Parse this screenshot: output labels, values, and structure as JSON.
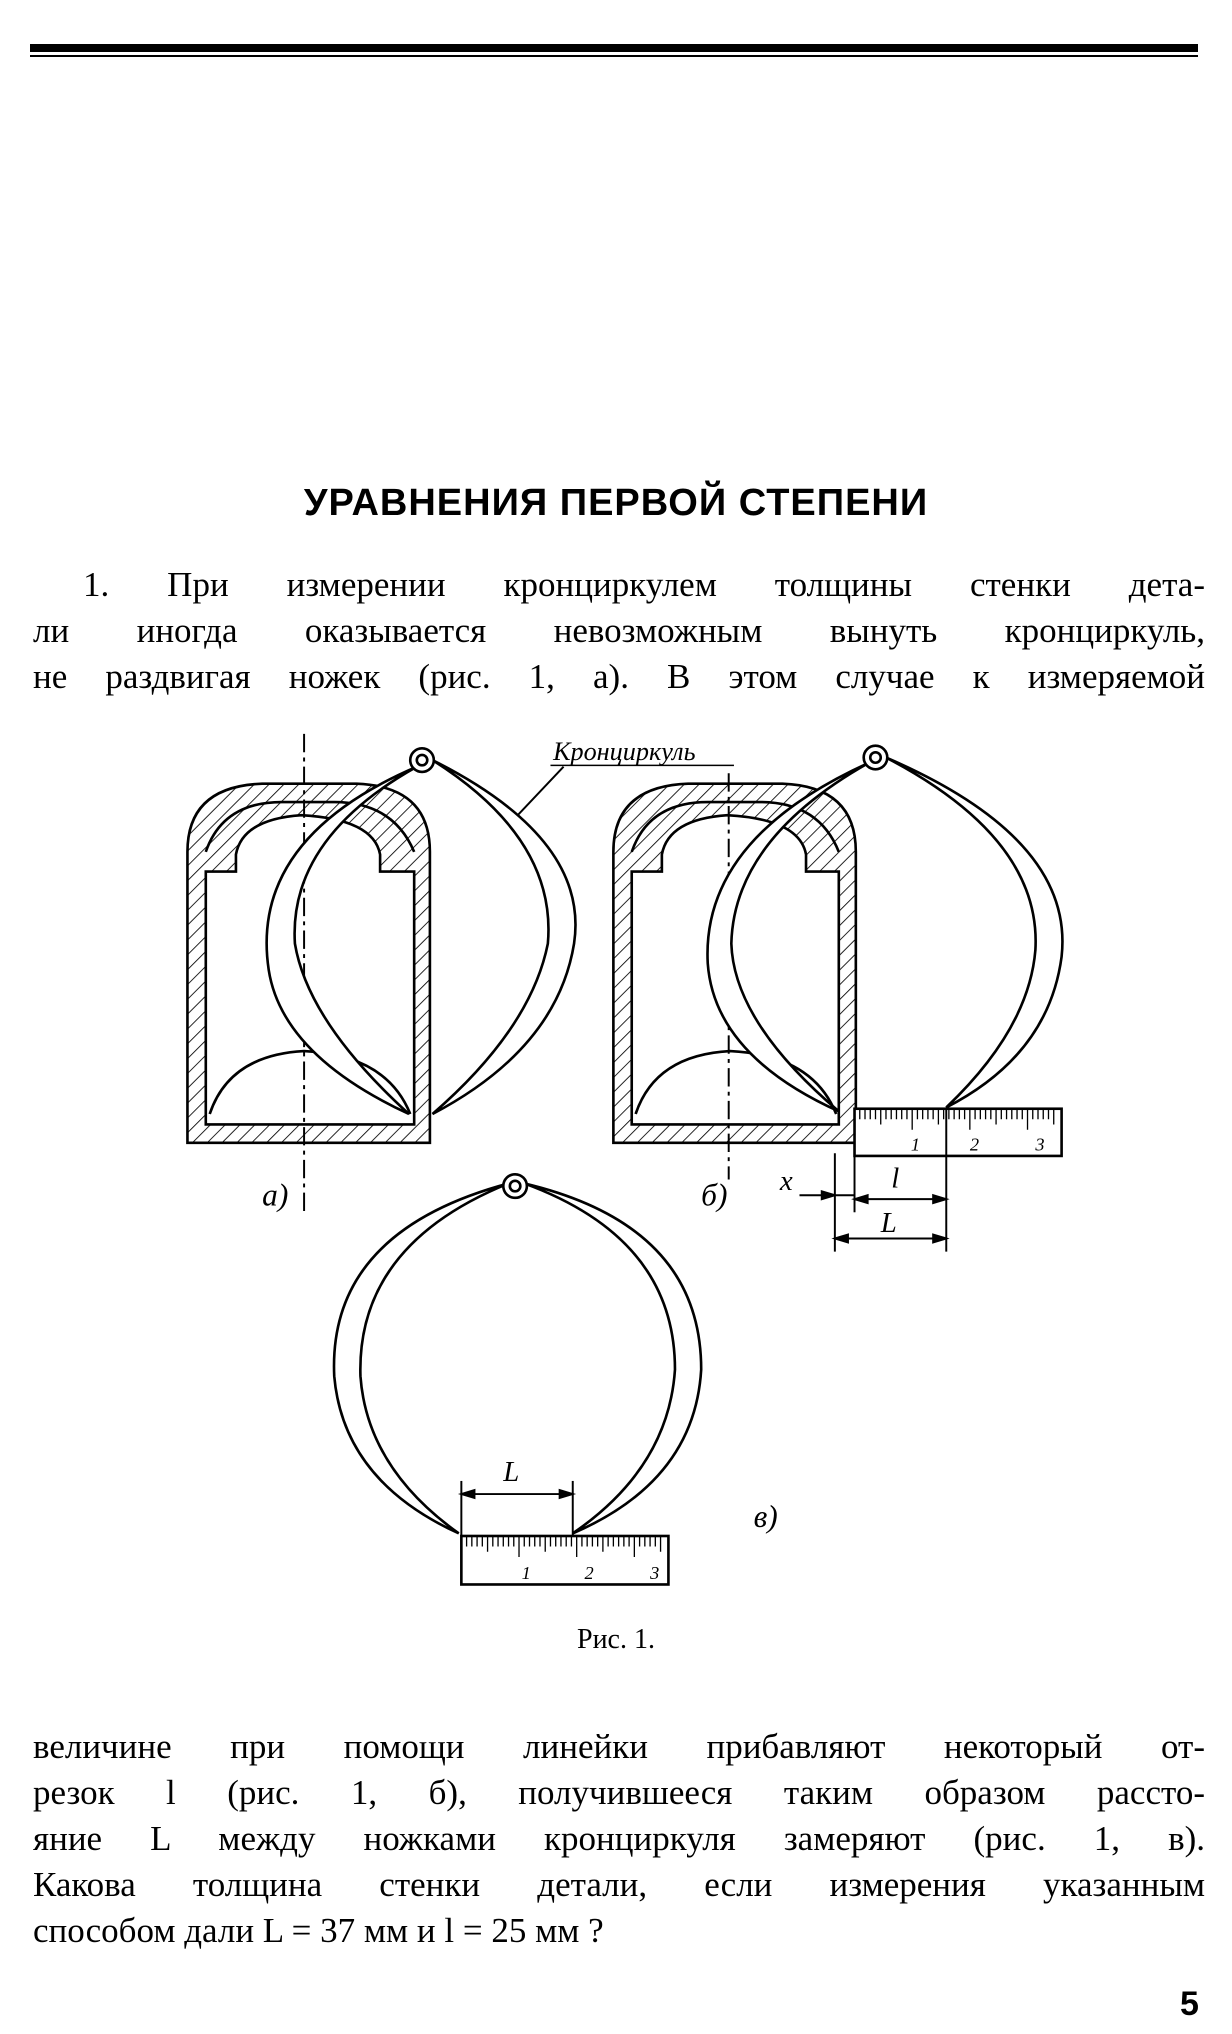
{
  "heading": "УРАВНЕНИЯ ПЕРВОЙ СТЕПЕНИ",
  "paragraph1": [
    "1. При измерении кронциркулем толщины стенки дета-",
    "ли иногда оказывается невозможным вынуть кронциркуль,",
    "не раздвигая ножек (рис. 1, а). В этом случае к измеряемой"
  ],
  "figure": {
    "caliper_label": "Кронциркуль",
    "label_a": "а)",
    "label_b": "б)",
    "label_c": "в)",
    "dim_x": "x",
    "dim_l": "l",
    "dim_L": "L",
    "ruler_numbers": [
      "1",
      "2",
      "3"
    ],
    "caption": "Рис. 1."
  },
  "paragraph2": [
    "величине при помощи линейки прибавляют некоторый от-",
    "резок l (рис. 1, б), получившееся таким образом рассто-",
    "яние L между ножками кронциркуля замеряют (рис. 1, в).",
    "Какова толщина стенки детали, если измерения указанным",
    "способом дали L = 37 мм и l = 25 мм ?"
  ],
  "page_number": "5"
}
